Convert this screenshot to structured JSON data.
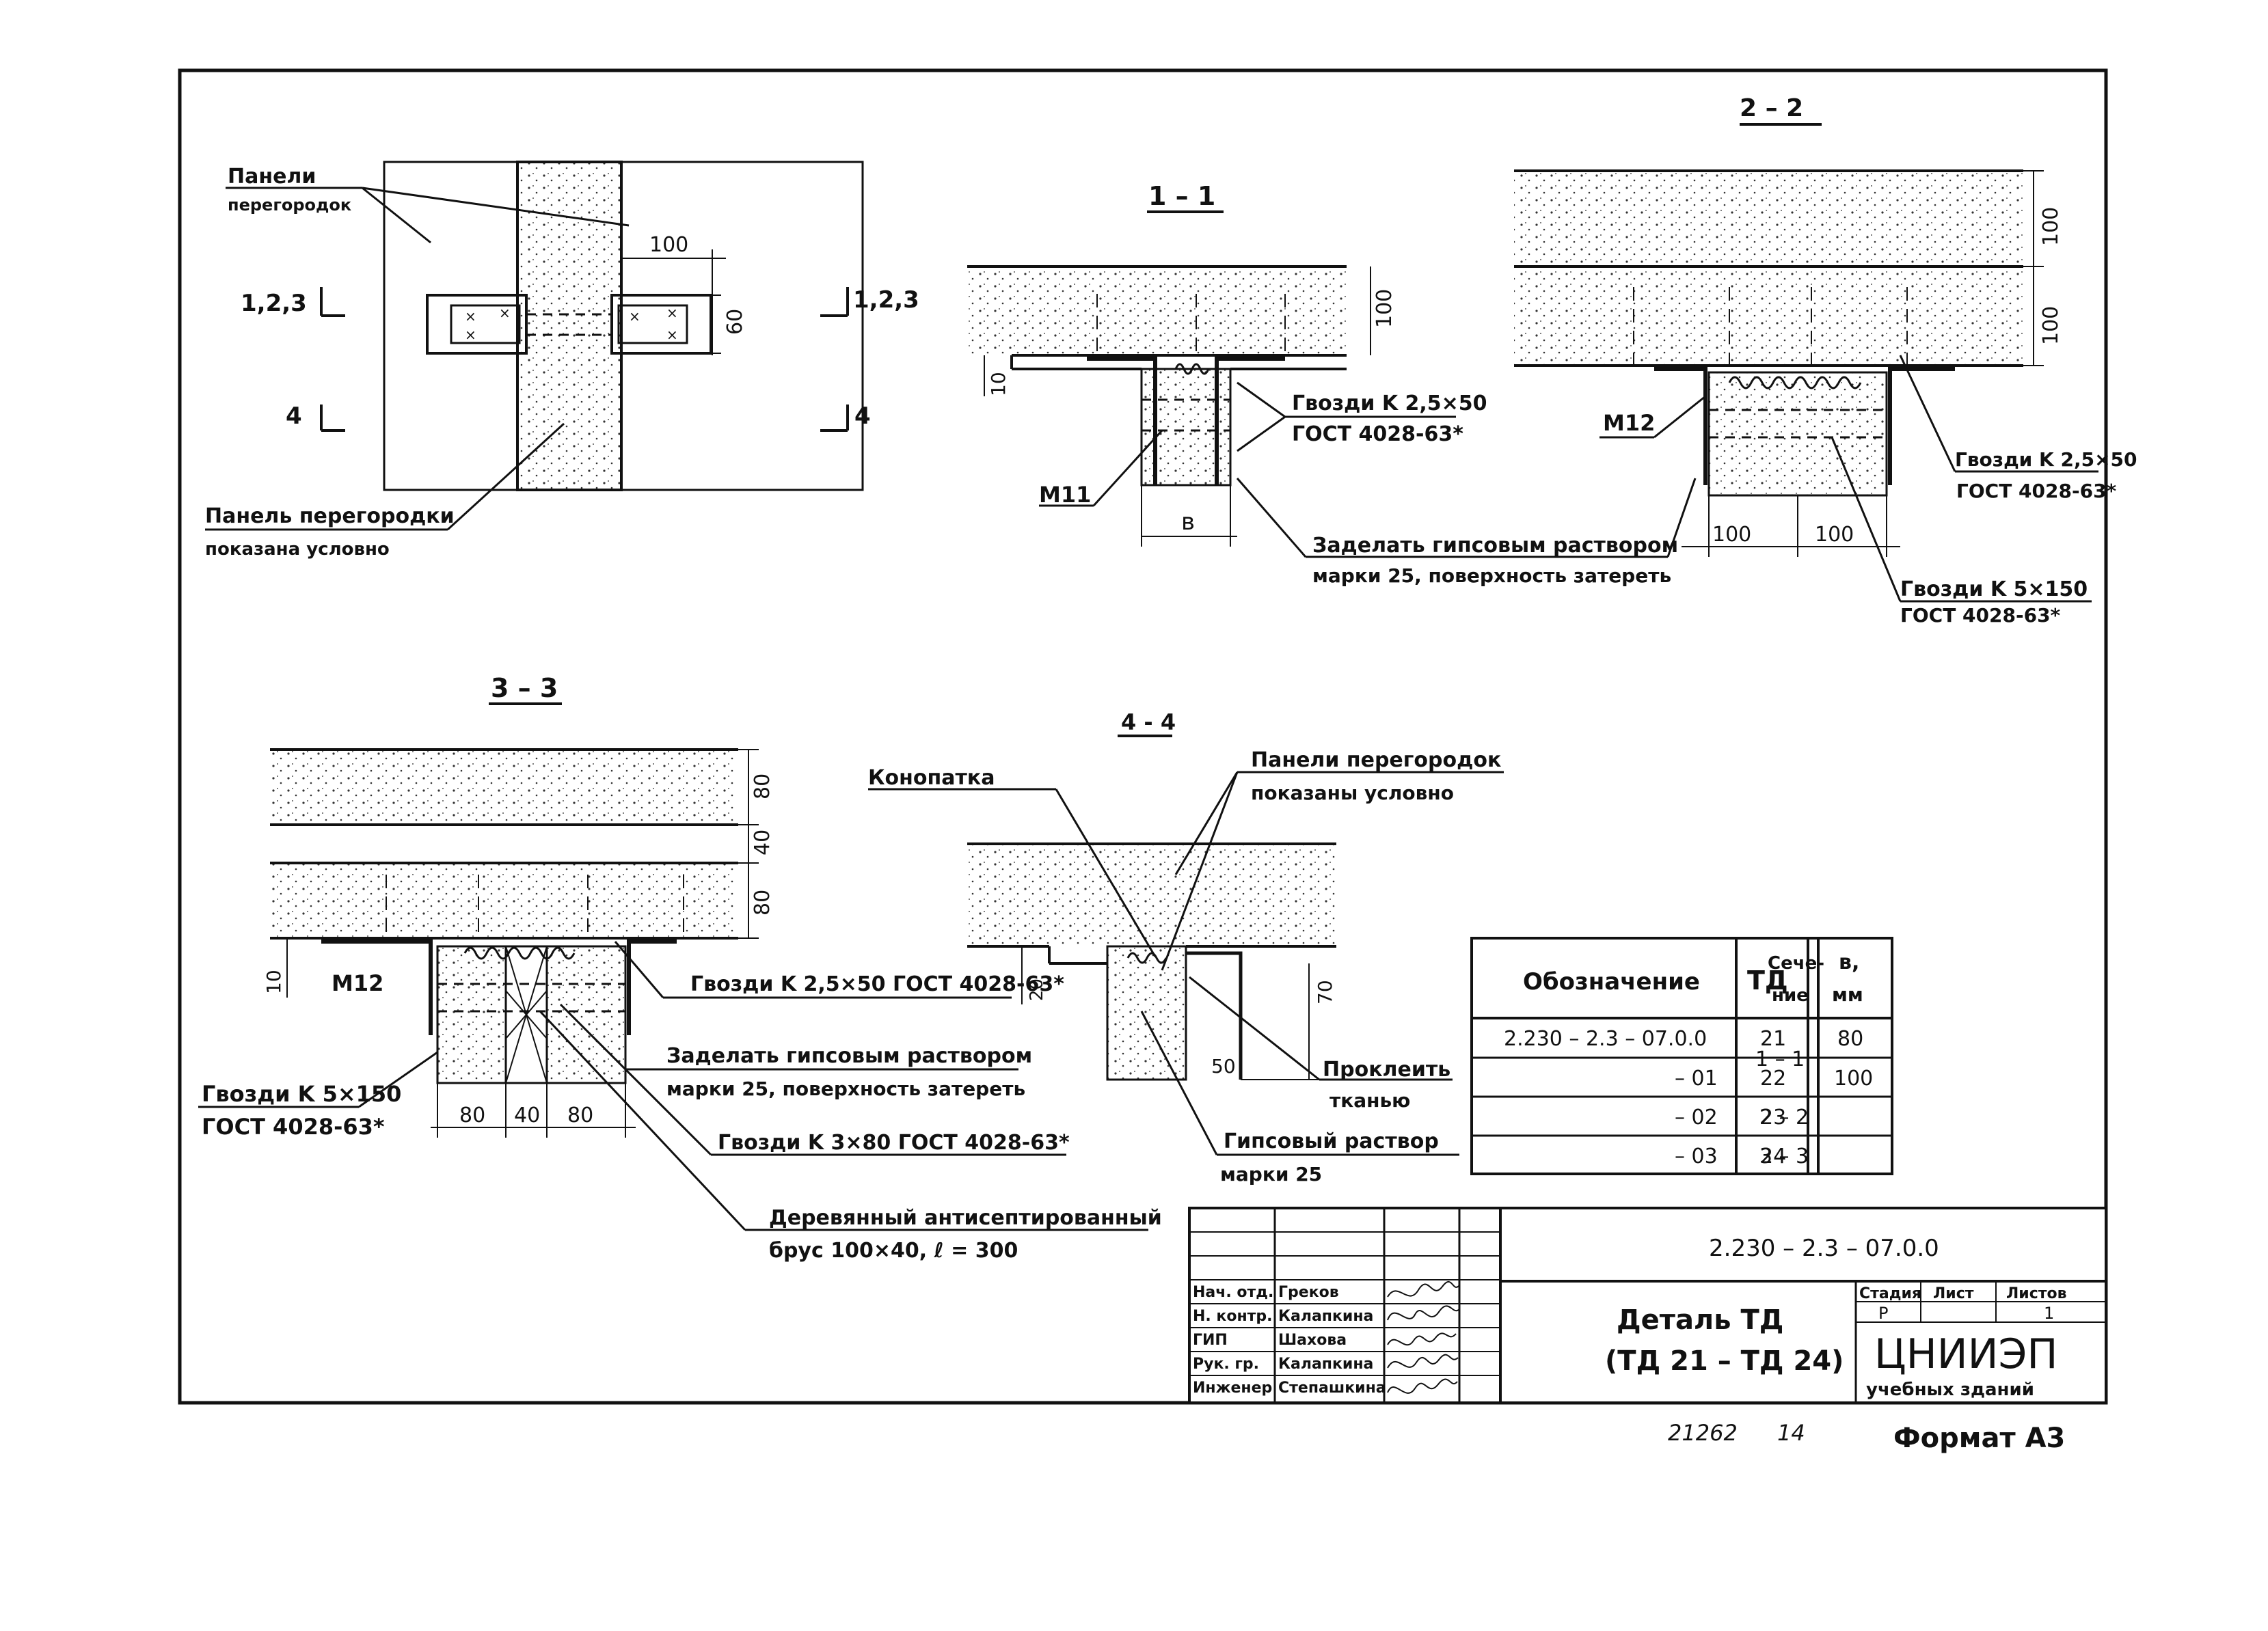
{
  "drawing": {
    "sections": {
      "s11": "1 – 1",
      "s22": "2 – 2",
      "s33": "3 – 3",
      "s44": "4 - 4"
    },
    "plan": {
      "panels_label_1": "Панели",
      "panels_label_2": "перегородок",
      "panel_label_1": "Панель перегородки",
      "panel_label_2": "показана условно",
      "mark_123_left": "1,2,3",
      "mark_123_right": "1,2,3",
      "mark_4_left": "4",
      "mark_4_right": "4",
      "dim_100": "100",
      "dim_60": "60"
    },
    "section11": {
      "dim_100": "100",
      "dim_10": "10",
      "dim_b": "в",
      "m11": "M11",
      "nails_1": "Гвозди K 2,5×50",
      "nails_2": "ГОСТ 4028-63*"
    },
    "section22": {
      "dim_100a": "100",
      "dim_100b": "100",
      "dim_100c": "100",
      "dim_100d": "100",
      "m12": "M12",
      "nails_a1": "Гвозди K 2,5×50",
      "nails_a2": "ГОСТ 4028-63*",
      "nails_b1": "Гвозди K 5×150",
      "nails_b2": "ГОСТ 4028-63*"
    },
    "gypsum_note": {
      "line1": "Заделать гипсовым раствором",
      "line2": "марки 25, поверхность затереть"
    },
    "section33": {
      "dim_80a": "80",
      "dim_40": "40",
      "dim_80b": "80",
      "dim_10": "10",
      "m12": "M12",
      "nails_top": "Гвозди K 2,5×50 ГОСТ 4028-63*",
      "gypsum_1": "Заделать гипсовым раствором",
      "gypsum_2": "марки 25, поверхность затереть",
      "nails_left_1": "Гвозди K 5×150",
      "nails_left_2": "ГОСТ 4028-63*",
      "nails_3x80": "Гвозди K 3×80 ГОСТ 4028-63*",
      "bot_80a": "80",
      "bot_40": "40",
      "bot_80b": "80",
      "timber_1": "Деревянный антисептированный",
      "timber_2": "брус 100×40, ℓ = 300"
    },
    "section44": {
      "caulk": "Конопатка",
      "panels_1": "Панели перегородок",
      "panels_2": "показаны условно",
      "dim_20": "20",
      "dim_70": "70",
      "dim_50": "50",
      "glue_1": "Проклеить",
      "glue_2": "тканью",
      "gyp_1": "Гипсовый раствор",
      "gyp_2": "марки 25"
    }
  },
  "table": {
    "headers": [
      "Обозначение",
      "ТД",
      "Сече-\nние",
      "в,\nмм"
    ],
    "rows": [
      [
        "2.230 – 2.3 – 07.0.0",
        "21",
        "1 – 1",
        "80"
      ],
      [
        "– 01",
        "22",
        "",
        "100"
      ],
      [
        "– 02",
        "23",
        "2 – 2",
        ""
      ],
      [
        "– 03",
        "24",
        "3 – 3",
        ""
      ]
    ]
  },
  "title_block": {
    "code": "2.230 – 2.3 – 07.0.0",
    "title_1": "Деталь ТД",
    "title_2": "(ТД 21 – ТД 24)",
    "stage_label": "Стадия",
    "sheet_label": "Лист",
    "sheets_label": "Листов",
    "stage": "Р",
    "sheet": "",
    "sheets": "1",
    "org_1": "ЦНИИЭП",
    "org_2": "учебных зданий",
    "staff": [
      {
        "role": "Нач. отд.",
        "name": "Греков"
      },
      {
        "role": "Н. контр.",
        "name": "Калапкина"
      },
      {
        "role": "ГИП",
        "name": "Шахова"
      },
      {
        "role": "Рук. гр.",
        "name": "Калапкина"
      },
      {
        "role": "Инженер",
        "name": "Степашкина"
      }
    ]
  },
  "footer": {
    "inv": "21262",
    "page": "14",
    "format": "Формат А3"
  }
}
